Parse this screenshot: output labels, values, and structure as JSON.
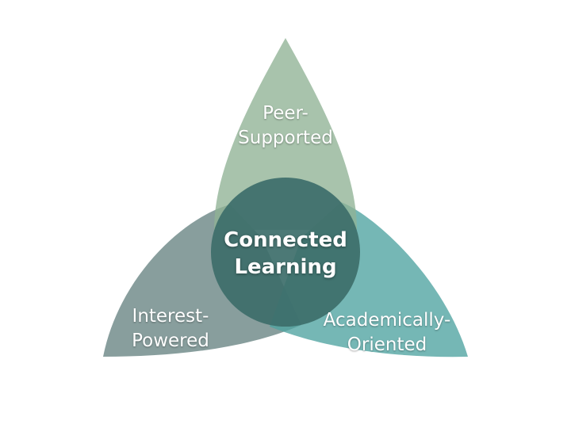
{
  "diagram": {
    "center": {
      "line1": "Connected",
      "line2": "Learning"
    },
    "petals": {
      "top": {
        "line1": "Peer-",
        "line2": "Supported",
        "color": "#8fb295"
      },
      "left": {
        "line1": "Interest-",
        "line2": "Powered",
        "color": "#6e8987"
      },
      "right": {
        "line1": "Academically-",
        "line2": "Oriented",
        "color": "#4ea3a0"
      }
    },
    "center_color": "#3d6e6a"
  }
}
